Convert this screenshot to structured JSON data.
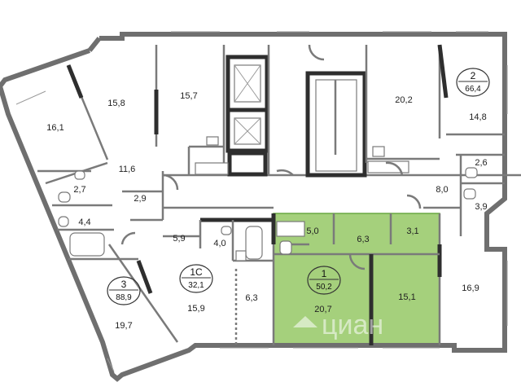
{
  "colors": {
    "highlight_fill": "#a5d07c",
    "highlight_stroke": "#6aa843",
    "walls": "#6f6f6f",
    "dark_walls": "#2e2e2e"
  },
  "apartments": {
    "apt1": {
      "number": "1",
      "area": "50,2"
    },
    "apt1c": {
      "number": "1С",
      "area": "32,1"
    },
    "apt2": {
      "number": "2",
      "area": "66,4"
    },
    "apt3": {
      "number": "3",
      "area": "88,9"
    }
  },
  "rooms": {
    "r_16_1": "16,1",
    "r_15_8": "15,8",
    "r_15_7": "15,7",
    "r_20_2": "20,2",
    "r_14_8": "14,8",
    "r_11_6": "11,6",
    "r_2_7": "2,7",
    "r_4_4": "4,4",
    "r_2_9": "2,9",
    "r_5_9": "5,9",
    "r_4_0": "4,0",
    "r_5_0": "5,0",
    "r_6_3_a": "6,3",
    "r_3_1": "3,1",
    "r_2_6": "2,6",
    "r_8_0": "8,0",
    "r_3_9": "3,9",
    "r_15_9": "15,9",
    "r_6_3_b": "6,3",
    "r_20_7": "20,7",
    "r_15_1": "15,1",
    "r_16_9": "16,9",
    "r_19_7": "19,7"
  },
  "watermark": {
    "brand": "циан"
  }
}
